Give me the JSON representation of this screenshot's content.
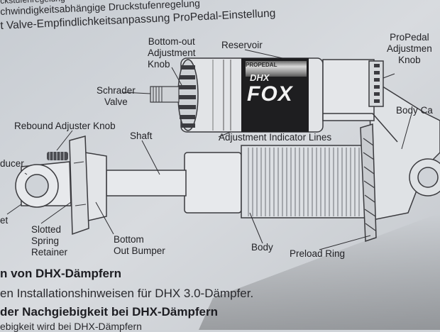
{
  "header": {
    "line1": "ckstufenregelung",
    "line2": "chwindigkeitsabhängige Druckstufenregelung",
    "line3": "t Valve-Empfindlichkeitsanpassung ProPedal-Einstellung"
  },
  "labels": {
    "bottom_out_line1": "Bottom-out",
    "bottom_out_line2": "Adjustment",
    "bottom_out_line3": "Knob",
    "reservoir": "Reservoir",
    "propedal_line1": "ProPedal",
    "propedal_line2": "Adjustmen",
    "propedal_line3": "Knob",
    "schrader_line1": "Schrader",
    "schrader_line2": "Valve",
    "body_cap": "Body Ca",
    "rebound": "Rebound Adjuster Knob",
    "shaft": "Shaft",
    "adjustment_lines": "Adjustment Indicator Lines",
    "ducer": "ducer",
    "et": "et",
    "slotted_line1": "Slotted",
    "slotted_line2": "Spring",
    "slotted_line3": "Retainer",
    "bumper_line1": "Bottom",
    "bumper_line2": "Out Bumper",
    "body": "Body",
    "preload": "Preload Ring"
  },
  "reservoir_decals": {
    "brand": "FOX",
    "model": "DHX",
    "badge": "PROPEDAL"
  },
  "footer": {
    "heading1": "n von DHX-Dämpfern",
    "text1": "en Installationshinweisen für DHX 3.0-Dämpfer.",
    "heading2": "der Nachgiebigkeit bei DHX-Dämpfern",
    "text2": "ebigkeit wird bei DHX-Dämpfern"
  }
}
